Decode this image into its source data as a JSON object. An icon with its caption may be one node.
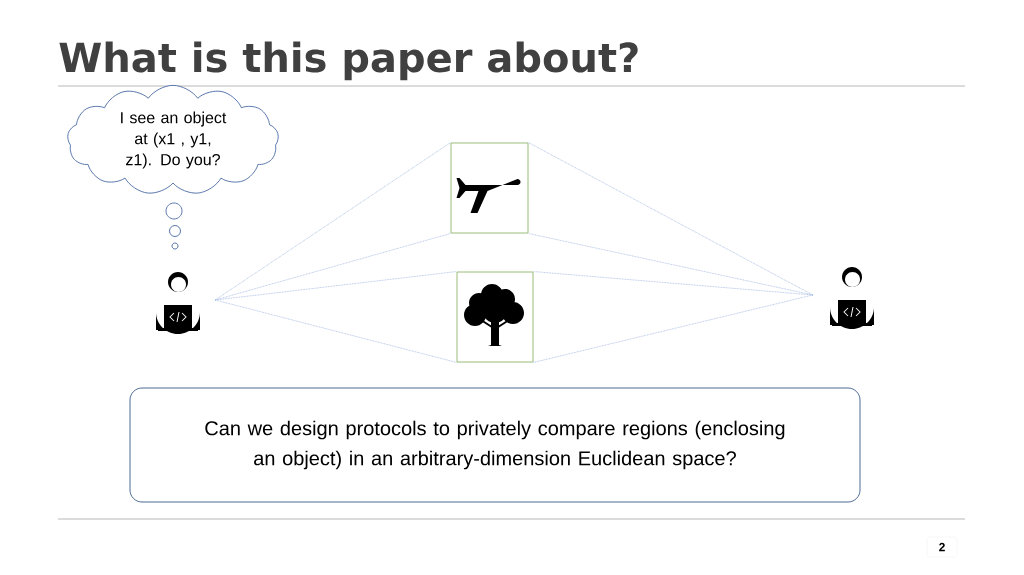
{
  "diagram": {
    "title": "What is this paper about?",
    "nodes": [
      {
        "text": [
          "I see an object at (x1 , y1, z1). Do you?"
        ]
      },
      {
        "text": [],
        "shape": "person"
      },
      {
        "text": [],
        "shape": "box"
      },
      {
        "text": [],
        "shape": "box"
      },
      {
        "text": [],
        "shape": "person"
      },
      {
        "text": [
          "Can we design protocols to privately compare regions (enclosing an object) in an arbitrary-dimension Euclidean space?"
        ]
      }
    ],
    "edges": [
      {
        "from": 1,
        "to": 2,
        "arrow": "none"
      },
      {
        "from": 1,
        "to": 2,
        "arrow": "none"
      },
      {
        "from": 1,
        "to": 3,
        "arrow": "none"
      },
      {
        "from": 1,
        "to": 3,
        "arrow": "none"
      },
      {
        "from": 4,
        "to": 2,
        "arrow": "none"
      },
      {
        "from": 4,
        "to": 2,
        "arrow": "none"
      },
      {
        "from": 4,
        "to": 3,
        "arrow": "none"
      },
      {
        "from": 4,
        "to": 3,
        "arrow": "none"
      }
    ],
    "labels": [
      "2"
    ]
  }
}
